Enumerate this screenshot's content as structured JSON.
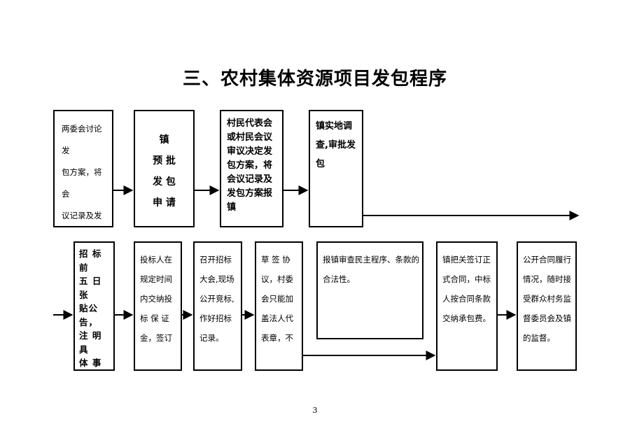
{
  "title": "三、农村集体资源项目发包程序",
  "row1": [
    {
      "text": "两委会讨论发\n包方案，将会\n议记录及发包\n申请报镇"
    },
    {
      "text": "镇\n预 批\n发 包\n申 请"
    },
    {
      "text": "村民代表会\n或村民会议\n审议决定发\n包方案，将\n会议记录及\n发包方案报\n镇"
    },
    {
      "text": "镇实地调\n查,审批发\n包"
    }
  ],
  "row2": [
    {
      "text": "招 标 前\n五 日 张\n贴公告，\n注 明 具\n体 事 项\n及 发 包\n方 案 主\n要条款。"
    },
    {
      "text": "投标人在\n规定时间\n内交纳投\n标 保 证\n金，签订"
    },
    {
      "text": "召开招标\n大会,现场\n公开竞标,\n作好招标\n记录。"
    },
    {
      "text": "草 签 协\n议，村委\n会只能加\n盖法人代\n表章，不"
    },
    {
      "text": "报镇审查民主程序、条款的\n合法性。"
    },
    {
      "text": "镇把关签订正\n式合同，中标\n人按合同条款\n交纳承包费。"
    },
    {
      "text": "公开合同履行\n情况，随时接\n受群众村务监\n督委员会及镇\n的监督。"
    }
  ],
  "page_number": "3"
}
